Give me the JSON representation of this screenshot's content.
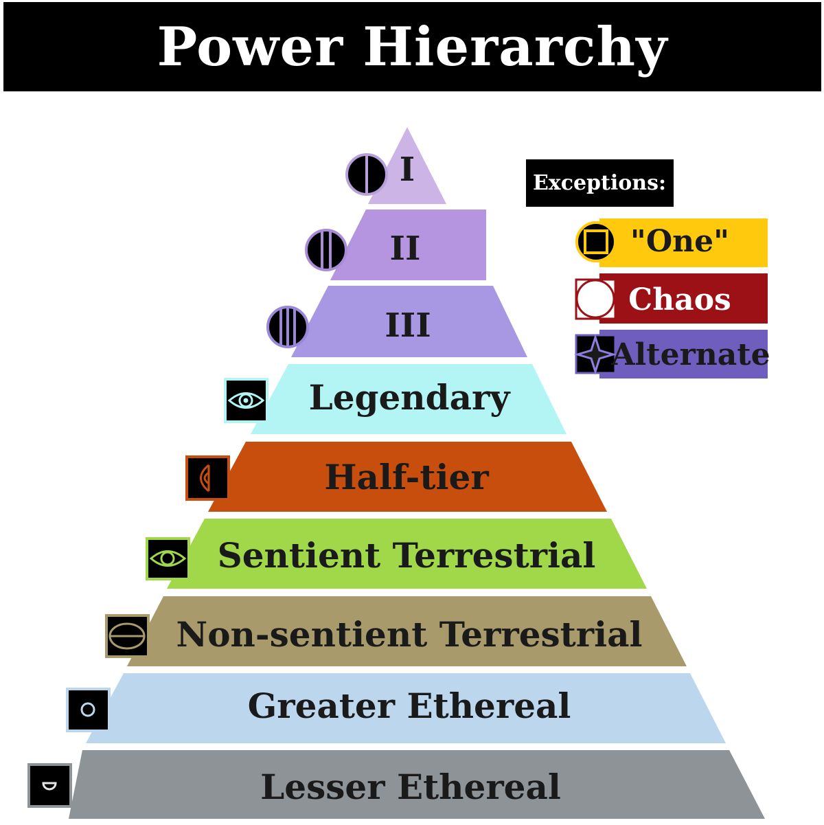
{
  "title": "Power Hierarchy",
  "tiers": [
    {
      "label": "I",
      "color": "#cdb4e6"
    },
    {
      "label": "II",
      "color": "#b595e0"
    },
    {
      "label": "III",
      "color": "#a898e4"
    },
    {
      "label": "Legendary",
      "color": "#b3f5f5"
    },
    {
      "label": "Half-tier",
      "color": "#c84e0e"
    },
    {
      "label": "Sentient Terrestrial",
      "color": "#a0d84a"
    },
    {
      "label": "Non-sentient Terrestrial",
      "color": "#a89a6a"
    },
    {
      "label": "Greater Ethereal",
      "color": "#bcd6ee"
    },
    {
      "label": "Lesser Ethereal",
      "color": "#8e9398"
    }
  ],
  "exceptions": {
    "heading": "Exceptions:",
    "items": [
      {
        "label": "\"One\"",
        "color": "#ffc90e",
        "icon": "square-in-circle-icon",
        "text_color": "#1a1a1a"
      },
      {
        "label": "Chaos",
        "color": "#9b1116",
        "icon": "white-circle-icon",
        "text_color": "#ffffff"
      },
      {
        "label": "Alternate",
        "color": "#6f5ebe",
        "icon": "four-point-star-icon",
        "text_color": "#1a1a1a"
      }
    ]
  }
}
